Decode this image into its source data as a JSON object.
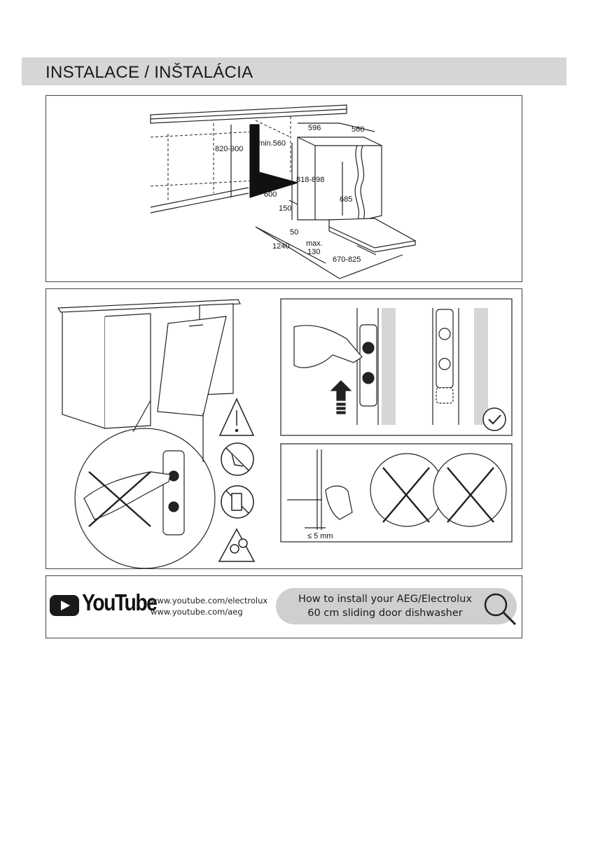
{
  "header": {
    "title": "INSTALACE / INŠTALÁCIA"
  },
  "dimensions": {
    "d596": "596",
    "d560": "560",
    "d820_900": "820-900",
    "dmin560": "min.560",
    "d818_898": "818-898",
    "d600": "600",
    "d685": "685",
    "d150": "150",
    "d50": "50",
    "d1240": "1240",
    "dmax": "max.",
    "d130": "130",
    "d670_825": "670-825"
  },
  "gap_label": "≤ 5 mm",
  "youtube": {
    "wordmark": "YouTube",
    "link1": "www.youtube.com/electrolux",
    "link2": "www.youtube.com/aeg"
  },
  "search": {
    "line1": "How to install your AEG/Electrolux",
    "line2": "60 cm sliding door dishwasher"
  },
  "icons": [
    "warning-icon",
    "no-touch-icon",
    "no-child-icon",
    "hand-pinch-icon",
    "check-icon",
    "search-icon",
    "play-icon"
  ]
}
